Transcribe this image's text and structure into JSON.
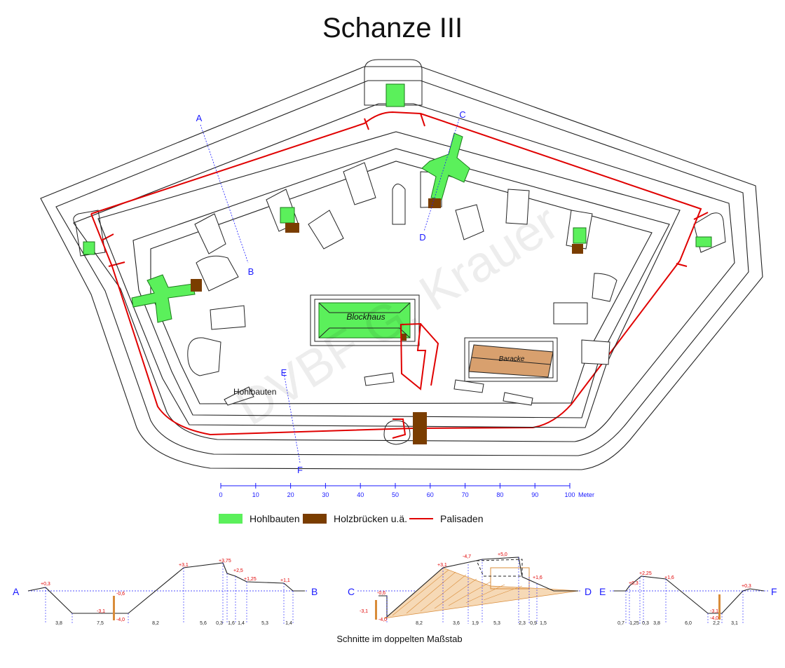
{
  "title": "Schanze III",
  "colors": {
    "hohlbauten": "#5bf05b",
    "holz": "#7a3d00",
    "palisade": "#e00000",
    "baracke": "#d8a06e",
    "blue": "#1a1aff",
    "dim_red": "#e00000",
    "orange": "#d98c3a"
  },
  "section_labels": [
    "A",
    "B",
    "C",
    "D",
    "E",
    "F"
  ],
  "buildings": {
    "blockhaus": "Blockhaus",
    "baracke": "Baracke",
    "hohlbauten": "Hohlbauten"
  },
  "scale": {
    "ticks": [
      "0",
      "10",
      "20",
      "30",
      "40",
      "50",
      "60",
      "70",
      "80",
      "90",
      "100"
    ],
    "unit": "Meter"
  },
  "legend": [
    {
      "label": "Hohlbauten"
    },
    {
      "label": "Holzbrücken u.ä."
    },
    {
      "label": "Palisaden"
    }
  ],
  "sections": {
    "ab": {
      "elev": [
        "+0,3",
        "-3,1",
        "-0,6",
        "-4,0",
        "+3,1",
        "+3,75",
        "+2,5",
        "+1,25",
        "+1,1"
      ],
      "dims": [
        "3,8",
        "7,5",
        "8,2",
        "5,6",
        "0,3",
        "1,6",
        "1,4",
        "5,3",
        "1,4"
      ]
    },
    "cd": {
      "elev": [
        "-0,6",
        "-3,1",
        "-4,0",
        "+3,1",
        "-4,7",
        "+5,0",
        "+1,6"
      ],
      "dims": [
        "8,2",
        "3,6",
        "1,9",
        "5,3",
        "2,3",
        "0,9",
        "1,5"
      ]
    },
    "ef": {
      "elev": [
        "+0,3",
        "+2,25",
        "+1,6",
        "-3,1",
        "-4,0",
        "+0,3"
      ],
      "dims": [
        "0,7",
        "1,25",
        "0,3",
        "3,8",
        "6,0",
        "2,2",
        "3,1"
      ]
    }
  },
  "caption": "Schnitte im doppelten Maßstab",
  "watermark": "DVBF G. Krauer"
}
